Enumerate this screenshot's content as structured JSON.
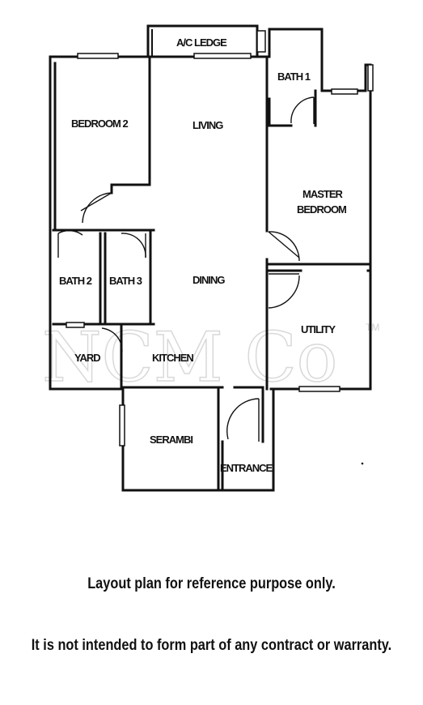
{
  "rooms": {
    "ac_ledge": "A/C LEDGE",
    "bath1": "BATH 1",
    "bedroom2": "BEDROOM 2",
    "living": "LIVING",
    "master_line1": "MASTER",
    "master_line2": "BEDROOM",
    "bath2": "BATH 2",
    "bath3": "BATH 3",
    "dining": "DINING",
    "utility": "UTILITY",
    "yard": "YARD",
    "kitchen": "KITCHEN",
    "serambi": "SERAMBI",
    "entrance": "ENTRANCE"
  },
  "watermark": {
    "text": "NCM Co",
    "mark": "TM"
  },
  "disclaimer": {
    "line1": "Layout plan for reference purpose only.",
    "line2": "It is not intended to form part of any contract or warranty."
  }
}
